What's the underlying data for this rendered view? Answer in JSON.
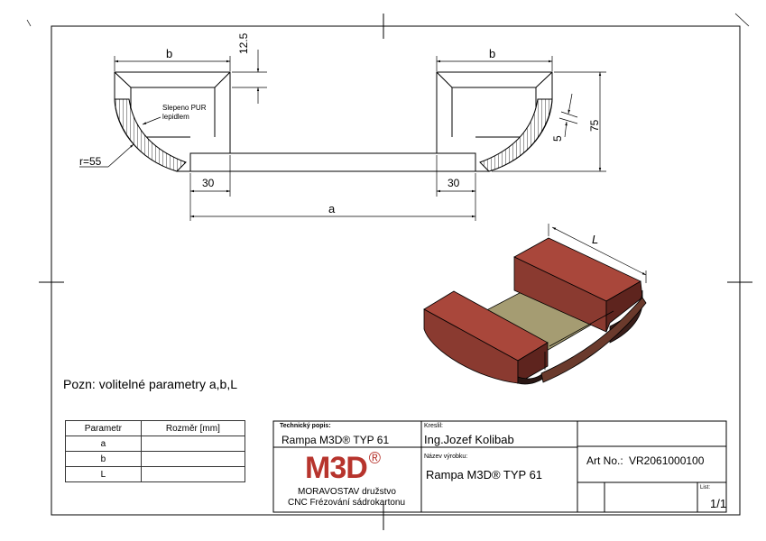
{
  "dimensions": {
    "b_left": "b",
    "b_right": "b",
    "thickness": "12.5",
    "radius": "r=55",
    "glue_note_line1": "Slepeno PUR",
    "glue_note_line2": "lepidlem",
    "width_left": "30",
    "width_right": "30",
    "a": "a",
    "gap": "5",
    "height": "75",
    "length": "L"
  },
  "note": "Pozn: volitelné parametry a,b,L",
  "param_table": {
    "header": [
      "Parametr",
      "Rozměr [mm]"
    ],
    "rows": [
      {
        "param": "a",
        "value": ""
      },
      {
        "param": "b",
        "value": ""
      },
      {
        "param": "L",
        "value": ""
      }
    ]
  },
  "title_block": {
    "tech_label": "Technický popis:",
    "tech_value": "Rampa M3D® TYP 61",
    "drawn_label": "Kreslil:",
    "drawn_value": "Ing.Jozef Kolibab",
    "product_label": "Název výrobku:",
    "product_value": "Rampa M3D® TYP 61",
    "art_label": "Art No.:",
    "art_value": "VR2061000100",
    "sheet_label": "List:",
    "sheet_value": "1/1",
    "logo_text": "M3D",
    "logo_mark": "®",
    "company_line1": "MORAVOSTAV družstvo",
    "company_line2": "CNC Frézování sádrokartonu"
  },
  "colors": {
    "profile_red": "#8a3a30",
    "profile_red_dark": "#5e241e",
    "base_olive": "#a59c72",
    "logo_red": "#b7342d"
  }
}
